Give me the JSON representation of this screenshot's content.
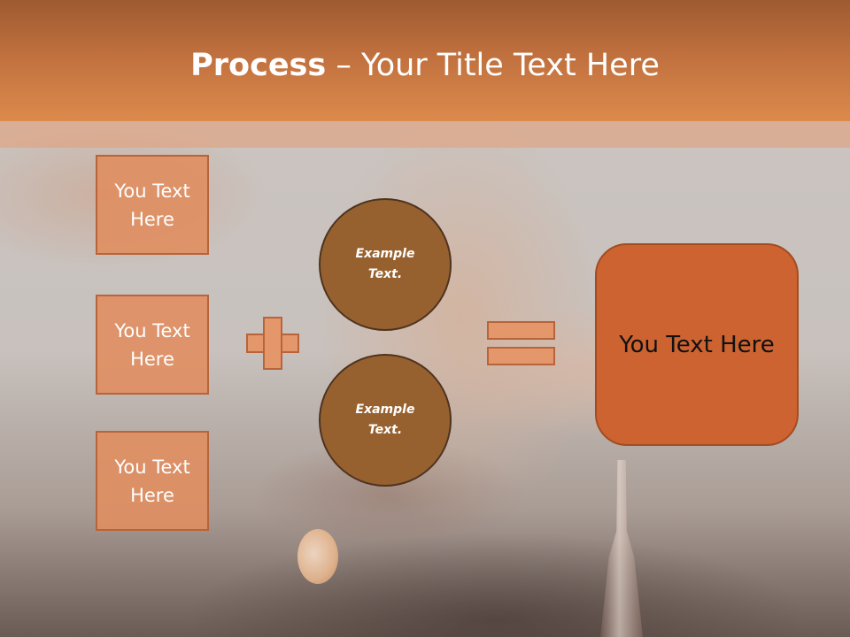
{
  "slide": {
    "title_bold": "Process",
    "title_rest": " – Your Title Text Here"
  },
  "left_boxes": [
    {
      "label": "You Text Here"
    },
    {
      "label": "You Text Here"
    },
    {
      "label": "You Text Here"
    }
  ],
  "circles": [
    {
      "label": "Example Text."
    },
    {
      "label": "Example Text."
    }
  ],
  "result": {
    "label": "You Text Here"
  },
  "colors": {
    "header": "#c0703e",
    "box_fill": "#e08e60",
    "circle_fill": "#97612f",
    "result_fill": "#cc6330"
  },
  "icons": [
    "plus-icon",
    "equals-icon"
  ]
}
